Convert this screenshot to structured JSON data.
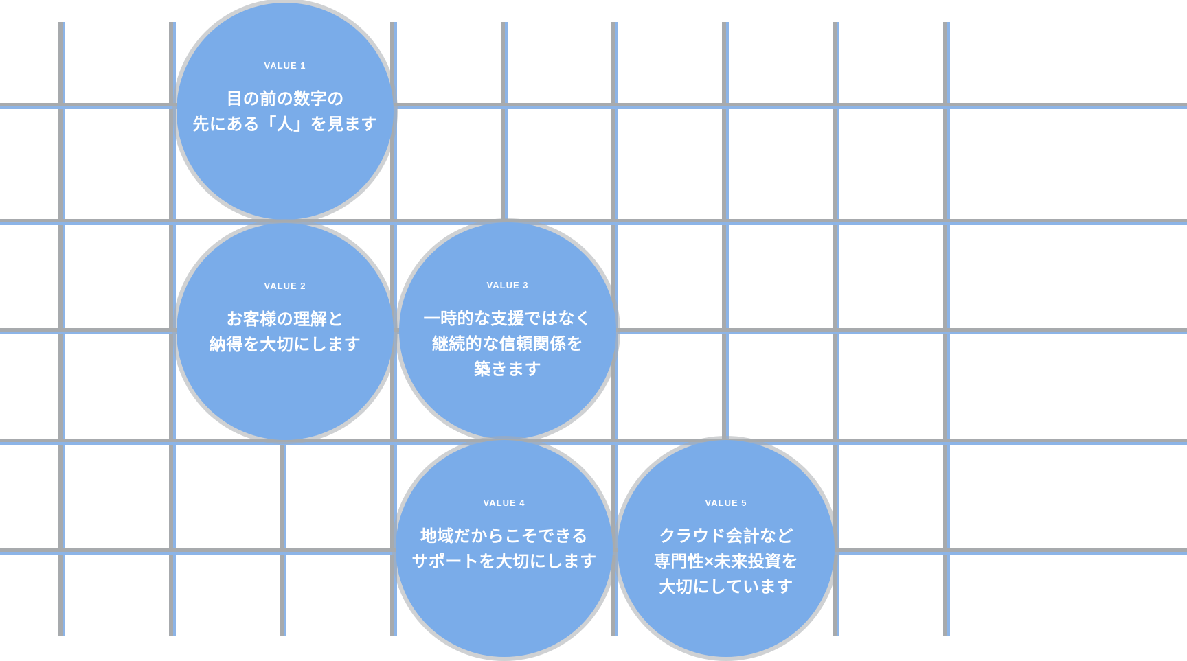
{
  "colors": {
    "background": "#ffffff",
    "circle_fill": "#7aace9",
    "circle_edge": "#a8abae",
    "grid_gray": "#a7aaad",
    "grid_blue": "#8cb4e7",
    "text": "#ffffff"
  },
  "values": [
    {
      "label": "VALUE 1",
      "lines": [
        "目の前の数字の",
        "先にある「人」を見ます"
      ]
    },
    {
      "label": "VALUE 2",
      "lines": [
        "お客様の理解と",
        "納得を大切にします"
      ]
    },
    {
      "label": "VALUE 3",
      "lines": [
        "一時的な支援ではなく",
        "継続的な信頼関係を",
        "築きます"
      ]
    },
    {
      "label": "VALUE 4",
      "lines": [
        "地域だからこそできる",
        "サポートを大切にします"
      ]
    },
    {
      "label": "VALUE 5",
      "lines": [
        "クラウド会計など",
        "専門性×未来投資を",
        "大切にしています"
      ]
    }
  ]
}
